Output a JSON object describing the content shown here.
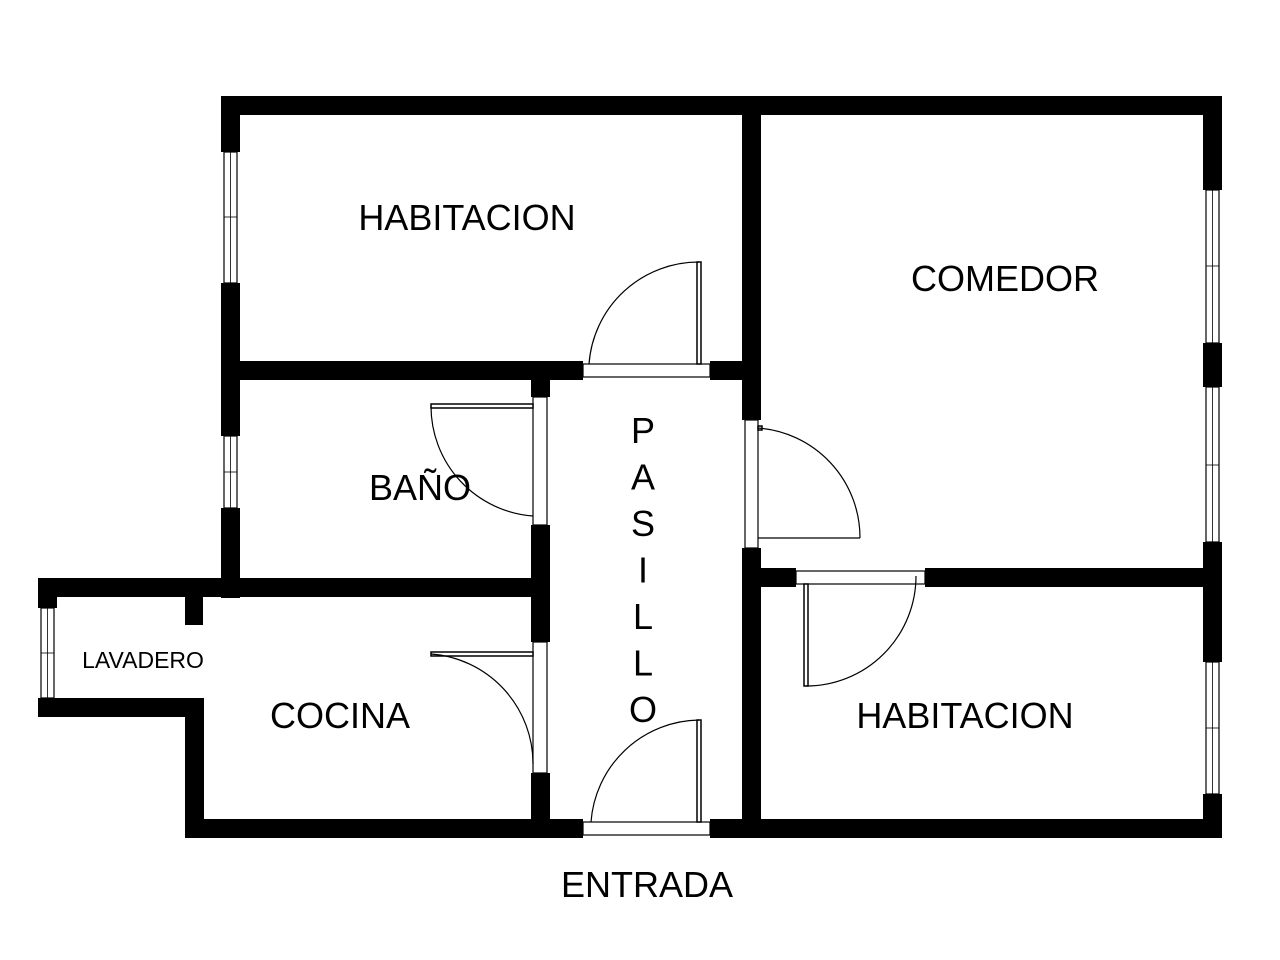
{
  "labels": {
    "habitacion_top": "HABITACION",
    "comedor": "COMEDOR",
    "bano": "BAÑO",
    "pasillo": "PASILLO",
    "lavadero": "LAVADERO",
    "cocina": "COCINA",
    "habitacion_bottom": "HABITACION",
    "entrada": "ENTRADA"
  },
  "colors": {
    "wall": "#000000",
    "background": "#ffffff"
  }
}
